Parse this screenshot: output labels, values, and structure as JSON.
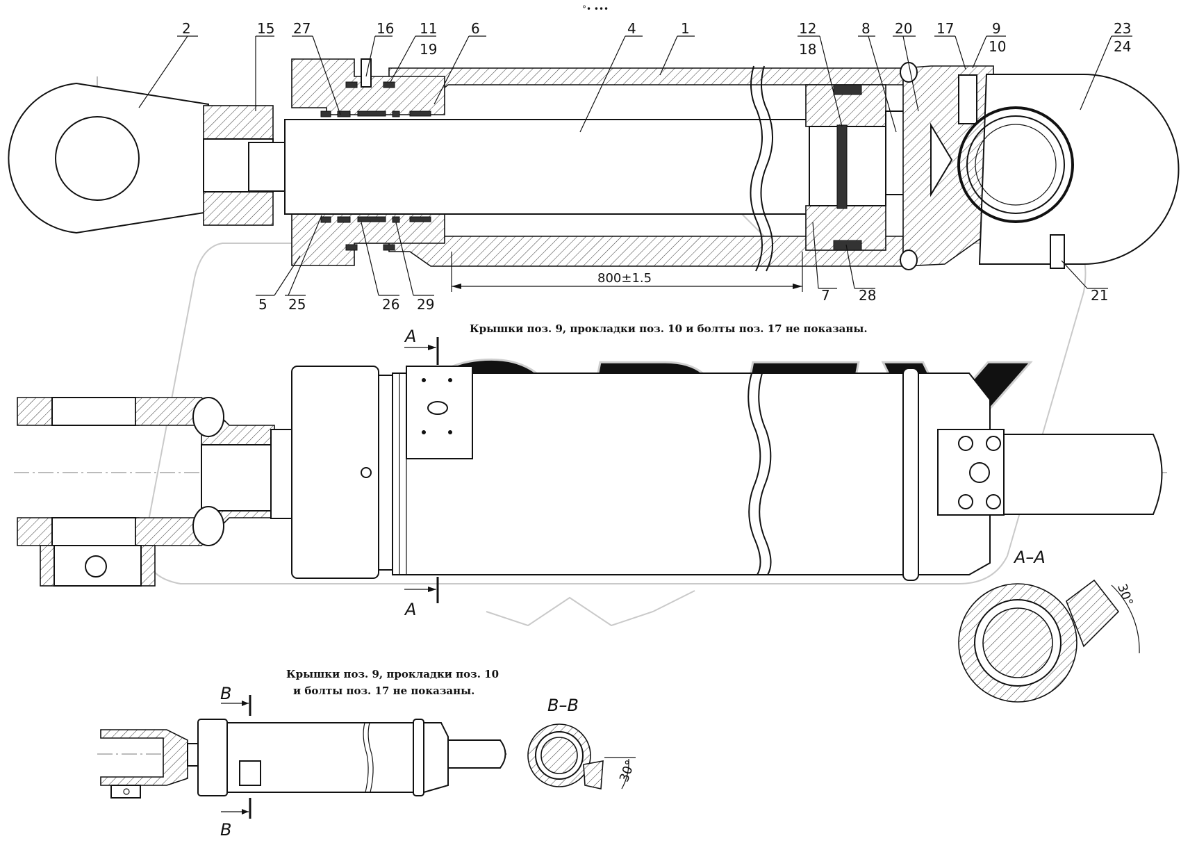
{
  "header_mark": "°• •••",
  "callouts": [
    "2",
    "15",
    "27",
    "16",
    "11",
    "19",
    "6",
    "4",
    "1",
    "12",
    "18",
    "8",
    "20",
    "17",
    "9",
    "10",
    "23",
    "24",
    "5",
    "25",
    "26",
    "29",
    "7",
    "28",
    "21"
  ],
  "dimension": "800±1.5",
  "notes": {
    "main": "Крышки поз. 9, прокладки поз. 10 и болты поз. 17 не показаны.",
    "small_line1": "Крышки поз. 9, прокладки поз. 10",
    "small_line2": "и болты поз. 17 не показаны."
  },
  "sections": {
    "a_title": "А–А",
    "a_mark": "А",
    "b_title": "В–В",
    "b_mark": "В",
    "angle": "30°"
  },
  "watermark": "OPEX"
}
